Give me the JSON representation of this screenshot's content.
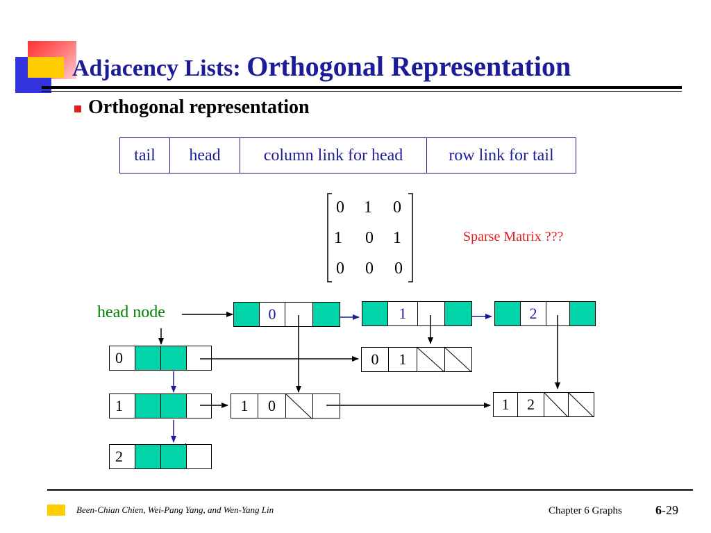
{
  "title": {
    "prefix": "Adjacency Lists: ",
    "main": "Orthogonal Representation"
  },
  "bullet": "Orthogonal representation",
  "node_fields": [
    "tail",
    "head",
    "column link for head",
    "row link for tail"
  ],
  "matrix": [
    [
      "0",
      "1",
      "0"
    ],
    [
      "1",
      "0",
      "1"
    ],
    [
      "0",
      "0",
      "0"
    ]
  ],
  "sparse_note": "Sparse Matrix ???",
  "head_node_label": "head node",
  "column_heads": [
    "0",
    "1",
    "2"
  ],
  "row_heads": [
    "0",
    "1",
    "2"
  ],
  "edges": [
    {
      "tail": "0",
      "head": "1"
    },
    {
      "tail": "1",
      "head": "0"
    },
    {
      "tail": "1",
      "head": "2"
    }
  ],
  "footer": {
    "authors": "Been-Chian Chien, Wei-Pang Yang, and Wen-Yang Lin",
    "chapter": "Chapter 6 Graphs",
    "page_major": "6",
    "page_minor": "-29"
  },
  "colors": {
    "title": "#1c1c99",
    "node_fill": "#00d4a8",
    "accent_red": "#e02020",
    "label_green": "#008000",
    "deco_yellow": "#ffcc00",
    "deco_blue": "#3333dd"
  }
}
